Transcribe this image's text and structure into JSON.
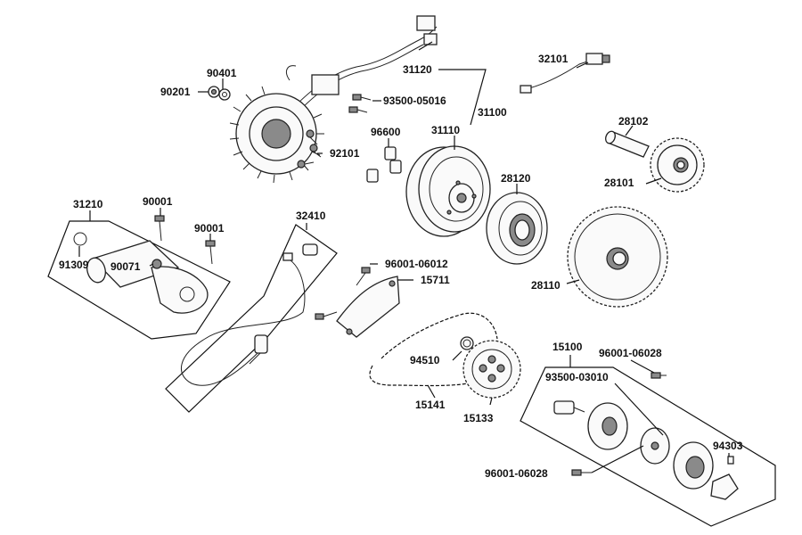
{
  "labels": {
    "l90201": "90201",
    "l90401": "90401",
    "l93500_05016": "93500-05016",
    "l31120": "31120",
    "l31100": "31100",
    "l31110": "31110",
    "l32101": "32101",
    "l28102": "28102",
    "l28101": "28101",
    "l96600": "96600",
    "l92101": "92101",
    "l28120": "28120",
    "l31210": "31210",
    "l90001a": "90001",
    "l90001b": "90001",
    "l91309": "91309",
    "l90071": "90071",
    "l32410": "32410",
    "l96001_06012": "96001-06012",
    "l15711": "15711",
    "l28110": "28110",
    "l15100": "15100",
    "l96001_06028a": "96001-06028",
    "l94510": "94510",
    "l93500_03010": "93500-03010",
    "l15141": "15141",
    "l15133": "15133",
    "l94303": "94303",
    "l96001_06028b": "96001-06028"
  },
  "colors": {
    "line": "#111111",
    "part_fill": "#fafafa",
    "shade": "#8a8a8a"
  }
}
